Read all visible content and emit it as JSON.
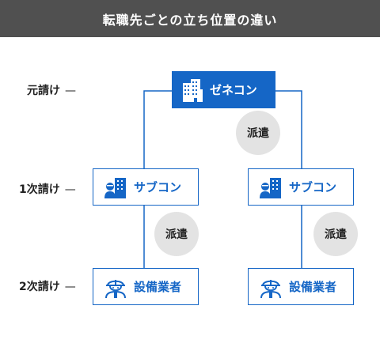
{
  "title": "転職先ごとの立ち位置の違い",
  "tiers": {
    "prime": "元請け",
    "first": "1次請け",
    "second": "2次請け",
    "dash": "—"
  },
  "nodes": {
    "general_contractor": "ゼネコン",
    "subcontractor_left": "サブコン",
    "subcontractor_right": "サブコン",
    "equipment_left": "設備業者",
    "equipment_right": "設備業者"
  },
  "badges": {
    "gc_to_sub": "派遣",
    "sub_left_to_equip": "派遣",
    "sub_right_to_equip": "派遣"
  },
  "colors": {
    "primary": "#1566c6",
    "header_bg": "#505050",
    "badge_bg": "#e3e3e3"
  },
  "icons": {
    "general_contractor": "building-icon",
    "subcontractor": "worker-building-icon",
    "equipment": "helmet-worker-icon"
  }
}
